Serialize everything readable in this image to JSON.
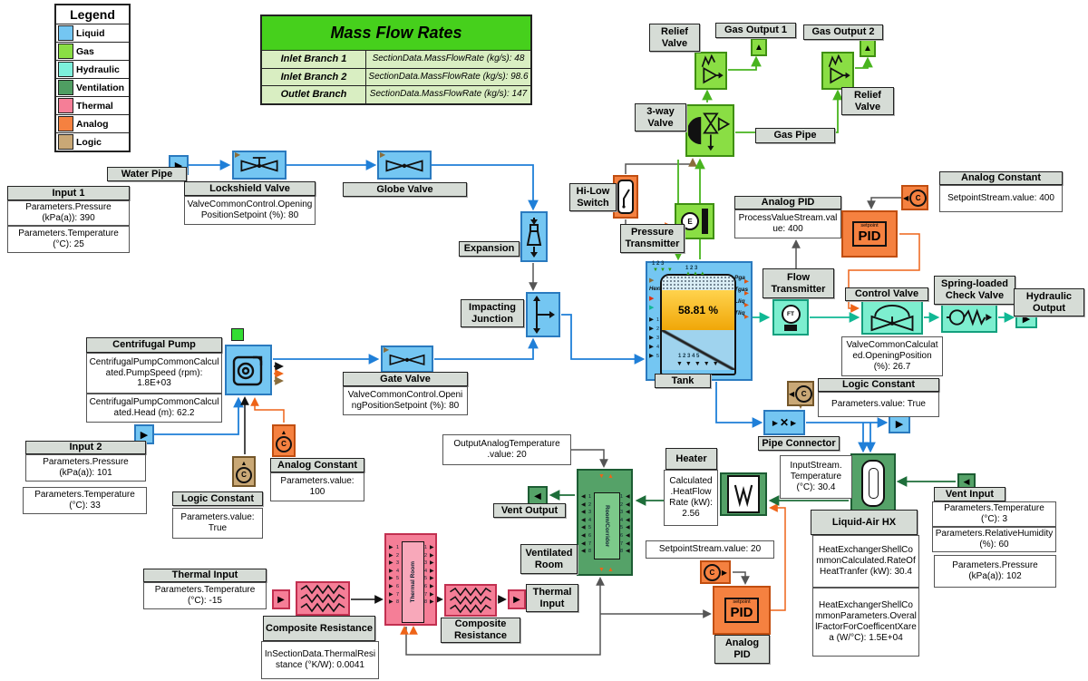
{
  "icons": {
    "play": "▶",
    "left": "◀",
    "up": "▲",
    "down": "▼",
    "cross": "✕",
    "col8_left": "◀◀◀◀◀◀◀◀",
    "col8_right": "▶▶▶▶▶▶▶▶",
    "col5_right": "▶▶▶▶▶",
    "col4_right": "▶▶▶▶",
    "row5_down": "▼▼▼▼▼",
    "row3_down": "▼▼▼",
    "row3_up": "▲▲▲"
  },
  "colors": {
    "liquid": "#74c6f2",
    "gas": "#8ade44",
    "hydraulic": "#7df0dc",
    "ventilation": "#4f9e62",
    "thermal": "#f57e97",
    "analog": "#f58140",
    "logic": "#c9a876"
  },
  "legend": {
    "title": "Legend",
    "items": [
      {
        "label": "Liquid",
        "color": "#74c6f2"
      },
      {
        "label": "Gas",
        "color": "#8ade44"
      },
      {
        "label": "Hydraulic",
        "color": "#7df0dc"
      },
      {
        "label": "Ventilation",
        "color": "#4f9e62"
      },
      {
        "label": "Thermal",
        "color": "#f57e97"
      },
      {
        "label": "Analog",
        "color": "#f58140"
      },
      {
        "label": "Logic",
        "color": "#c9a876"
      }
    ]
  },
  "table": {
    "title": "Mass Flow Rates",
    "rows": [
      {
        "branch": "Inlet Branch 1",
        "value": "SectionData.MassFlowRate (kg/s): 48"
      },
      {
        "branch": "Inlet Branch 2",
        "value": "SectionData.MassFlowRate (kg/s): 98.6"
      },
      {
        "branch": "Outlet Branch",
        "value": "SectionData.MassFlowRate (kg/s): 147"
      }
    ]
  },
  "pipes": {
    "water": "Water Pipe",
    "gas": "Gas Pipe"
  },
  "nodes": {
    "input1": {
      "title": "Input 1",
      "p1": "Parameters.Pressure (kPa(a)): 390",
      "p2": "Parameters.Temperature (°C): 25"
    },
    "input2": {
      "title": "Input 2",
      "p1": "Parameters.Pressure (kPa(a)): 101",
      "p2": "Parameters.Temperature (°C): 33"
    },
    "lockshield": {
      "title": "Lockshield Valve",
      "p1": "ValveCommonControl.OpeningPositionSetpoint (%): 80"
    },
    "globe": {
      "title": "Globe Valve"
    },
    "gate": {
      "title": "Gate Valve",
      "p1": "ValveCommonControl.OpeningPositionSetpoint (%): 80"
    },
    "expansion": {
      "title": "Expansion"
    },
    "impacting": {
      "title": "Impacting Junction"
    },
    "pump": {
      "title": "Centrifugal Pump",
      "p1": "CentrifugalPumpCommonCalculated.PumpSpeed (rpm): 1.8E+03",
      "p2": "CentrifugalPumpCommonCalculated.Head (m): 62.2"
    },
    "logic_const1": {
      "title": "Logic Constant",
      "p1": "Parameters.value: True"
    },
    "analog_const1": {
      "title": "Analog Constant",
      "p1": "Parameters.value: 100"
    },
    "relief1": {
      "title": "Relief Valve"
    },
    "relief2": {
      "title": "Relief Valve"
    },
    "gasout1": {
      "title": "Gas Output 1"
    },
    "gasout2": {
      "title": "Gas Output 2"
    },
    "threeway": {
      "title": "3-way Valve"
    },
    "hilow": {
      "title": "Hi-Low Switch"
    },
    "ptx": {
      "title": "Pressure Transmitter"
    },
    "apid1": {
      "title": "Analog PID",
      "p1": "ProcessValueStream.value: 400"
    },
    "aconst2": {
      "title": "Analog Constant",
      "p1": "SetpointStream.value: 400"
    },
    "ftx": {
      "title": "Flow Transmitter"
    },
    "cvalve": {
      "title": "Control Valve",
      "p1": "ValveCommonCalculated.OpeningPosition (%): 26.7"
    },
    "scheck": {
      "title": "Spring-loaded Check Valve"
    },
    "hydout": {
      "title": "Hydraulic Output"
    },
    "logic_const2": {
      "title": "Logic Constant",
      "p1": "Parameters.value: True"
    },
    "pipeconn": {
      "title": "Pipe Connector"
    },
    "tank": {
      "title": "Tank",
      "level": "58.81 %",
      "top1": "1 2 3",
      "top2": "1 2 3",
      "left": "1 2 3 4 5",
      "bottom": "1 2 3 4 5",
      "hext": "Hext",
      "r1": "Pga",
      "r2": "Tgas",
      "r3": "Lliq",
      "r4": "Tliq"
    },
    "heater": {
      "title": "Heater",
      "p1": "Calculated .HeatFlow Rate (kW): 2.56"
    },
    "instream": {
      "p1": "InputStream. Temperature (°C): 30.4"
    },
    "hx": {
      "title": "Liquid-Air HX",
      "p1": "HeatExchangerShellCommonCalculated.RateOfHeatTranfer (kW): 30.4",
      "p2": "HeatExchangerShellCommonParameters.OverallFactorForCoefficentXarea (W/°C): 1.5E+04"
    },
    "ventin": {
      "title": "Vent Input",
      "p1": "Parameters.Temperature (°C): 3",
      "p2": "Parameters.RelativeHumidity (%): 60",
      "p3": "Parameters.Pressure (kPa(a)): 102"
    },
    "outtemp": {
      "p1": "OutputAnalogTemperature .value: 20"
    },
    "ventout": {
      "title": "Vent Output"
    },
    "ventroom": {
      "title": "Ventilated Room",
      "inner": "Room/Corridor",
      "ports": "1 2 3 4 5 6 7 8"
    },
    "setp20": {
      "p1": "SetpointStream.value: 20"
    },
    "apid2": {
      "title": "Analog PID"
    },
    "thermin1": {
      "title": "Thermal Input",
      "p1": "Parameters.Temperature (°C): -15"
    },
    "compres1": {
      "title": "Composite Resistance",
      "p1": "InSectionData.ThermalResistance (°K/W): 0.0041"
    },
    "thermroom": {
      "inner": "Thermal Room",
      "ports": "1 2 3 4 5 6 7 8"
    },
    "compres2": {
      "title": "Composite Resistance"
    },
    "thermin2": {
      "title": "Thermal Input"
    },
    "setpid": {
      "sp": "setpoint",
      "pid": "PID"
    },
    "glyphs": {
      "c": "C",
      "e": "E",
      "ft": "FT"
    }
  }
}
